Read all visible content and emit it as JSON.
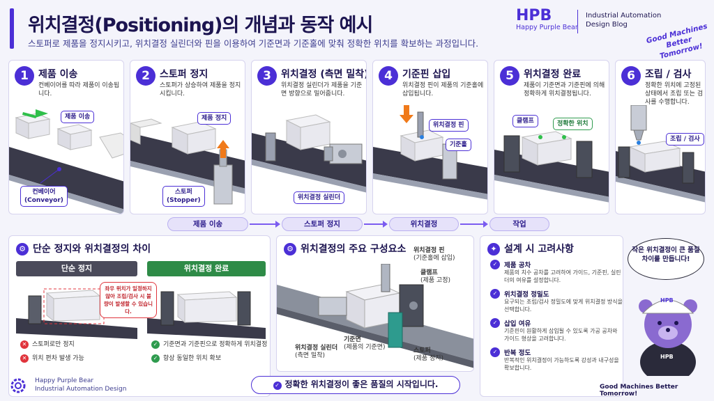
{
  "header": {
    "title": "위치결정(Positioning)의 개념과 동작 예시",
    "subtitle": "스토퍼로 제품을 정지시키고, 위치결정 실린더와 핀을 이용하여 기준면과 기준홀에 맞춰 정확한 위치를 확보하는 과정입니다.",
    "logo": "HPB",
    "logo_sub": "Happy Purple Bear",
    "blog_line1": "Industrial Automation",
    "blog_line2": "Design Blog",
    "slogan_line1": "Good Machines",
    "slogan_line2": "Better Tomorrow!"
  },
  "steps": [
    {
      "num": "1",
      "title": "제품 이송",
      "desc": "컨베이어를 따라 제품이 이송됩니다.",
      "callout": "제품 이송",
      "callout2": "컨베이어",
      "callout3": "(Conveyor)"
    },
    {
      "num": "2",
      "title": "스토퍼 정지",
      "desc": "스토퍼가 상승하여 제품을 정지시킵니다.",
      "callout": "제품 정지",
      "callout2": "스토퍼",
      "callout3": "(Stopper)"
    },
    {
      "num": "3",
      "title": "위치결정 (측면 밀착)",
      "desc": "위치결정 실린더가 제품을 기준면 방향으로 밀어줍니다.",
      "callout": "위치결정 실린더"
    },
    {
      "num": "4",
      "title": "기준핀 삽입",
      "desc": "위치결정 핀이 제품의 기준홀에 삽입됩니다.",
      "callout": "위치결정 핀",
      "callout2": "기준홀"
    },
    {
      "num": "5",
      "title": "위치결정 완료",
      "desc": "제품이 기준면과 기준핀에 의해 정확하게 위치결정됩니다.",
      "callout": "클램프",
      "callout2": "정확한 위치"
    },
    {
      "num": "6",
      "title": "조립 / 검사",
      "desc": "정확한 위치에 고정된 상태에서 조립 또는 검사를 수행합니다.",
      "callout": "조립 / 검사"
    }
  ],
  "flow": [
    "제품 이송",
    "스토퍼 정지",
    "위치결정",
    "작업"
  ],
  "compare": {
    "title": "단순 정지와 위치결정의 차이",
    "left_head": "단순 정지",
    "right_head": "위치결정 완료",
    "warn": "좌우 위치가 일정하지 않아 조립/검사 시 불량이 발생할 수 있습니다.",
    "left_items": [
      "스토퍼로만 정지",
      "위치 편차 발생 가능"
    ],
    "right_items": [
      "기준면과 기준핀으로 정확하게 위치결정",
      "항상 동일한 위치 확보"
    ]
  },
  "components": {
    "title": "위치결정의 주요 구성요소",
    "pin": "위치결정 핀",
    "pin_sub": "(기준홀에 삽입)",
    "clamp": "클램프",
    "clamp_sub": "(제품 고정)",
    "cyl": "위치결정 실린더",
    "cyl_sub": "(측면 밀착)",
    "ref": "기준면",
    "ref_sub": "(제품의 기준면)",
    "stopper": "스토퍼",
    "stopper_sub": "(제품 정지)"
  },
  "design": {
    "title": "설계 시 고려사항",
    "items": [
      {
        "title": "제품 공차",
        "desc": "제품의 치수 공차를 고려하여 가이드, 기준핀, 실린더의 여유를 설정합니다."
      },
      {
        "title": "위치결정 정밀도",
        "desc": "요구되는 조립/검사 정밀도에 맞게 위치결정 방식을 선택합니다."
      },
      {
        "title": "삽입 여유",
        "desc": "기준핀이 원활하게 삽입될 수 있도록 가공 공차와 가이드 형상을 고려합니다."
      },
      {
        "title": "반복 정도",
        "desc": "반복적인 위치결정이 가능하도록 강성과 내구성을 확보합니다."
      }
    ]
  },
  "mascot": {
    "bubble": "작은 위치결정이 큰 품질 차이를 만듭니다!",
    "cap": "HPB",
    "shirt": "HPB"
  },
  "footer": {
    "left1": "Happy Purple Bear",
    "left2": "Industrial Automation Design",
    "cta": "정확한 위치결정이 좋은 품질의 시작입니다.",
    "right": "Good Machines Better Tomorrow!"
  },
  "colors": {
    "accent": "#4b2fd6",
    "ok": "#2e9b4e",
    "ng": "#e0343c",
    "dark": "#3a3a4a"
  }
}
